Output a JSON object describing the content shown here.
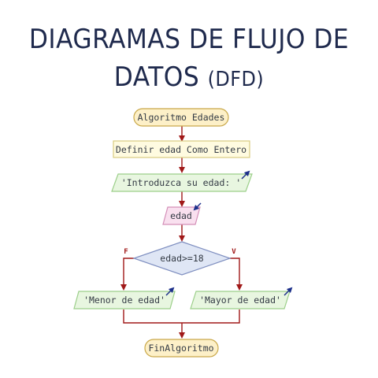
{
  "title": {
    "line1": "DIAGRAMAS DE FLUJO DE",
    "line2_main": "DATOS ",
    "line2_paren": "(DFD)"
  },
  "flow": {
    "start": "Algoritmo Edades",
    "define": "Definir edad Como Entero",
    "prompt": "'Introduzca su edad: '",
    "input": "edad",
    "condition": "edad>=18",
    "false_label": "F",
    "true_label": "V",
    "out_false": "'Menor de edad'",
    "out_true": "'Mayor de edad'",
    "end": "FinAlgoritmo"
  },
  "colors": {
    "title": "#1f2a4d",
    "terminal_fill": "#fdf0c8",
    "terminal_stroke": "#c9a84a",
    "process_fill": "#fffbe0",
    "process_stroke": "#d8cc80",
    "io_fill": "#e8f6e0",
    "io_stroke": "#9ccf8a",
    "input_fill": "#f9e0ef",
    "input_stroke": "#d48fb8",
    "decision_fill": "#dfe6f5",
    "decision_stroke": "#7f8fc0",
    "arrow": "#a01818",
    "io_arrow": "#1c2f8a"
  }
}
